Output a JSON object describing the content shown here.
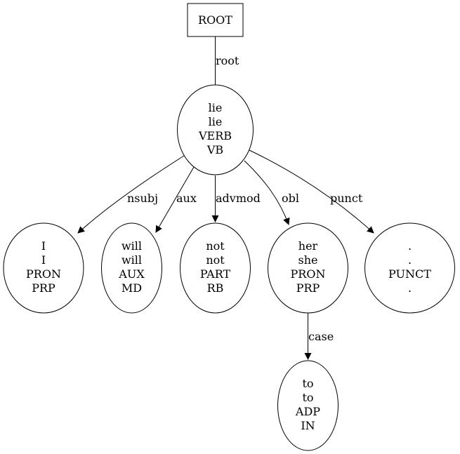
{
  "root": {
    "label": "ROOT"
  },
  "nodes": {
    "lie": {
      "lines": [
        "lie",
        "lie",
        "VERB",
        "VB"
      ]
    },
    "I": {
      "lines": [
        "I",
        "I",
        "PRON",
        "PRP"
      ]
    },
    "will": {
      "lines": [
        "will",
        "will",
        "AUX",
        "MD"
      ]
    },
    "not": {
      "lines": [
        "not",
        "not",
        "PART",
        "RB"
      ]
    },
    "her": {
      "lines": [
        "her",
        "she",
        "PRON",
        "PRP"
      ]
    },
    "punct": {
      "lines": [
        ".",
        ".",
        "PUNCT",
        "."
      ]
    },
    "to": {
      "lines": [
        "to",
        "to",
        "ADP",
        "IN"
      ]
    }
  },
  "edges": {
    "root": "root",
    "nsubj": "nsubj",
    "aux": "aux",
    "advmod": "advmod",
    "obl": "obl",
    "punct": "punct",
    "case": "case"
  }
}
